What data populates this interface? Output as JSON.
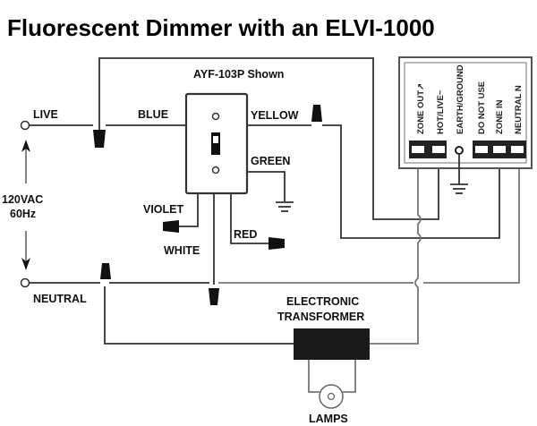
{
  "title": "Fluorescent Dimmer with an ELVI-1000",
  "switch": {
    "label": "AYF-103P Shown"
  },
  "supply": {
    "live": "LIVE",
    "neutral": "NEUTRAL",
    "voltage": "120VAC",
    "frequency": "60Hz"
  },
  "wires": {
    "blue": "BLUE",
    "yellow": "YELLOW",
    "green": "GREEN",
    "violet": "VIOLET",
    "white": "WHITE",
    "red": "RED"
  },
  "module": {
    "terminals": [
      "ZONE OUT↗",
      "HOT/LIVE~",
      "EARTH/GROUND",
      "DO NOT USE",
      "ZONE IN",
      "NEUTRAL N"
    ]
  },
  "transformer": {
    "line1": "ELECTRONIC",
    "line2": "TRANSFORMER"
  },
  "lamps": {
    "label": "LAMPS"
  }
}
